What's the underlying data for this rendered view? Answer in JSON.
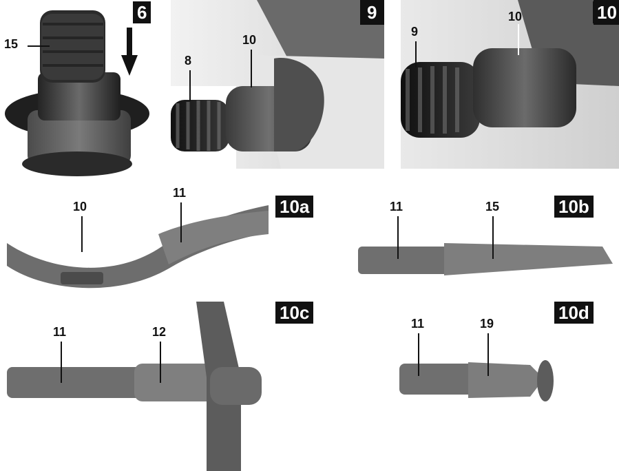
{
  "figures": [
    {
      "id": "fig6",
      "badge": "6",
      "callouts": [
        "15"
      ]
    },
    {
      "id": "fig9",
      "badge": "9",
      "callouts": [
        "8",
        "10"
      ]
    },
    {
      "id": "fig10",
      "badge": "10",
      "callouts": [
        "9",
        "10"
      ]
    },
    {
      "id": "fig10a",
      "badge": "10a",
      "callouts": [
        "10",
        "11"
      ]
    },
    {
      "id": "fig10b",
      "badge": "10b",
      "callouts": [
        "11",
        "15"
      ]
    },
    {
      "id": "fig10c",
      "badge": "10c",
      "callouts": [
        "11",
        "12"
      ]
    },
    {
      "id": "fig10d",
      "badge": "10d",
      "callouts": [
        "11",
        "19"
      ]
    }
  ]
}
